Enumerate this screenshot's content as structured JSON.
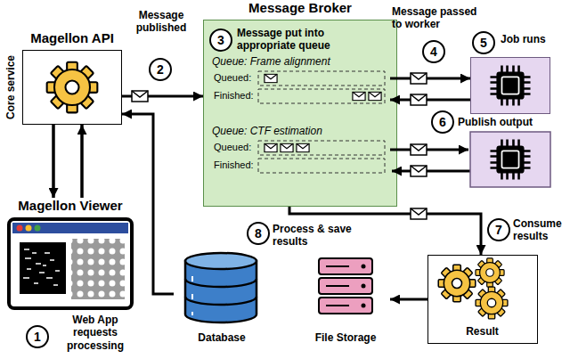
{
  "diagram": {
    "nodes": [
      {
        "text": [
          "Magellon API",
          "Core service"
        ]
      },
      {
        "text": [
          "Magellon Viewer"
        ]
      },
      {
        "text": [
          "Message Broker"
        ]
      },
      {
        "text": [
          "Queue: Frame alignment",
          "Queued:",
          "Finished:"
        ],
        "in": 2
      },
      {
        "text": [
          "Queue: CTF estimation",
          "Queued:",
          "Finished:"
        ],
        "in": 2
      },
      {
        "text": [
          "Job runs"
        ]
      },
      {
        "text": [
          "Result"
        ]
      },
      {
        "text": [
          "File Storage"
        ]
      },
      {
        "text": [
          "Database"
        ]
      }
    ],
    "edges": [
      {
        "from": 0,
        "to": 2,
        "arrow": "to",
        "label": "Message published"
      },
      {
        "from": 0,
        "to": 1,
        "arrow": "to"
      },
      {
        "from": 1,
        "to": 0,
        "arrow": "to"
      },
      {
        "from": 3,
        "to": 5,
        "arrow": "to",
        "label": "Message passed to worker"
      },
      {
        "from": 5,
        "to": 3,
        "arrow": "to",
        "label": "Publish output"
      },
      {
        "from": 2,
        "to": 6,
        "arrow": "to",
        "label": "Consume results"
      },
      {
        "from": 6,
        "to": 7,
        "arrow": "to"
      },
      {
        "from": 8,
        "to": 0,
        "arrow": "to"
      }
    ],
    "labels": [
      "1",
      "Web App requests processing",
      "2",
      "3",
      "Message put into appropriate queue",
      "4",
      "5",
      "6",
      "7",
      "8",
      "Process & save results"
    ]
  }
}
